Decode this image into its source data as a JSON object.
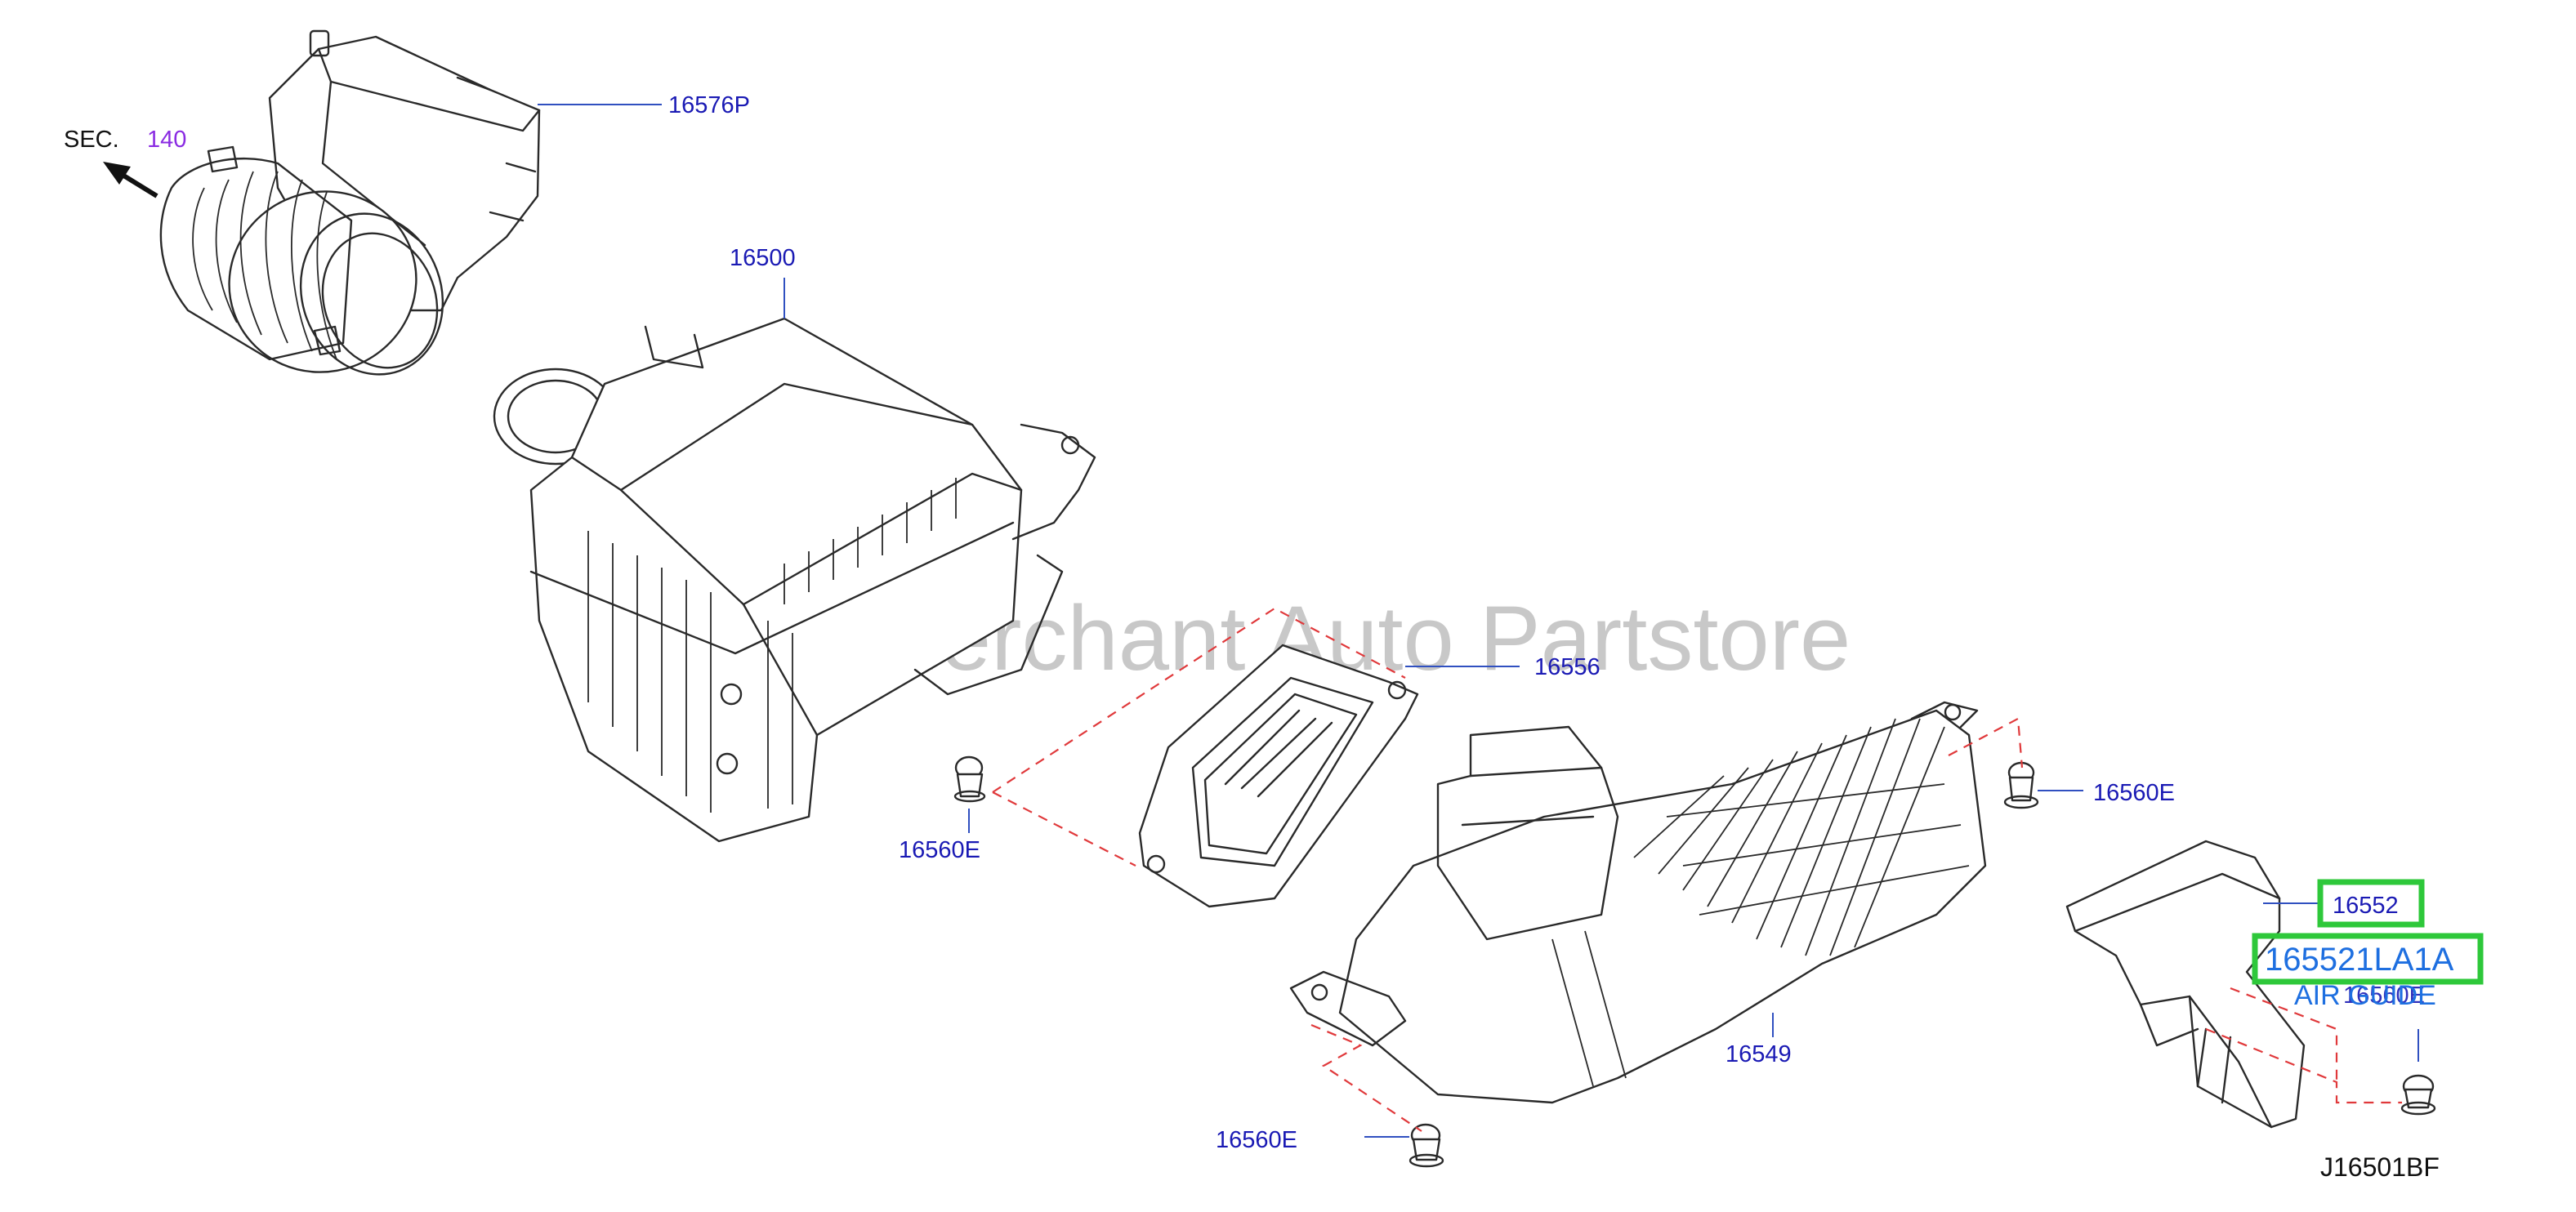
{
  "watermark": "Multi Merchant Auto Partstore",
  "diagram_code": "J16501BF",
  "section_ref": {
    "prefix": "SEC.",
    "number": "140"
  },
  "callouts": {
    "duct_upper": "16576P",
    "cleaner_assy": "16500",
    "element": "16556",
    "clip_left": "16560E",
    "clip_right": "16560E",
    "lower_case": "16549",
    "clip_bottom": "16560E",
    "air_guide": "16552",
    "air_guide_partno": "165521LA1A",
    "air_guide_name": "AIR GUIDE",
    "clip_guide": "16560E"
  },
  "colors": {
    "label": "#1a1ab4",
    "highlight": "#2ec83a",
    "dashed_guide": "#e0393b",
    "section_number": "#8a2be2"
  }
}
